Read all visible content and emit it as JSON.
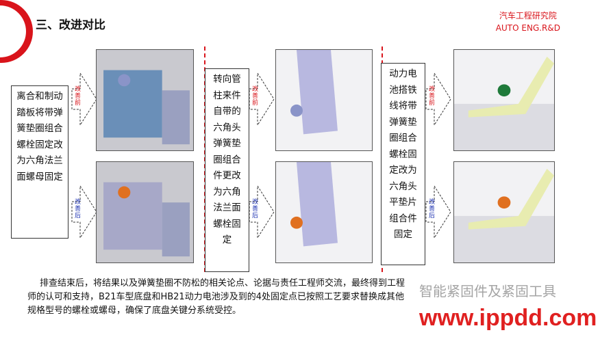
{
  "header": {
    "title": "三、改进对比",
    "org_cn": "汽车工程研究院",
    "org_en": "AUTO ENG.R&D"
  },
  "colors": {
    "accent": "#d9141b",
    "before": "#d9141b",
    "after": "#1a2fb0"
  },
  "labels": {
    "before": "改善前",
    "after": "改善后"
  },
  "items": [
    {
      "text": "离合和制动踏板将带弹簧垫圈组合螺栓固定改为六角法兰面螺母固定"
    },
    {
      "text": "转向管柱来件自带的六角头弹簧垫圈组合件更改为六角法兰面螺栓固定"
    },
    {
      "text": "动力电池搭铁线将带弹簧垫圈组合螺栓固定改为六角头平垫片组合件固定"
    }
  ],
  "summary": "排查结束后，将结果以及弹簧垫圈不防松的相关论点、论据与责任工程师交流，最终得到工程师的认可和支持，B21车型底盘和HB21动力电池涉及到的4处固定点已按照工艺要求替换成其他规格型号的螺栓或螺母，确保了底盘关键分系统受控。",
  "watermark": {
    "wechat": "智能紧固件及紧固工具",
    "site": "www.ippdd.com"
  }
}
